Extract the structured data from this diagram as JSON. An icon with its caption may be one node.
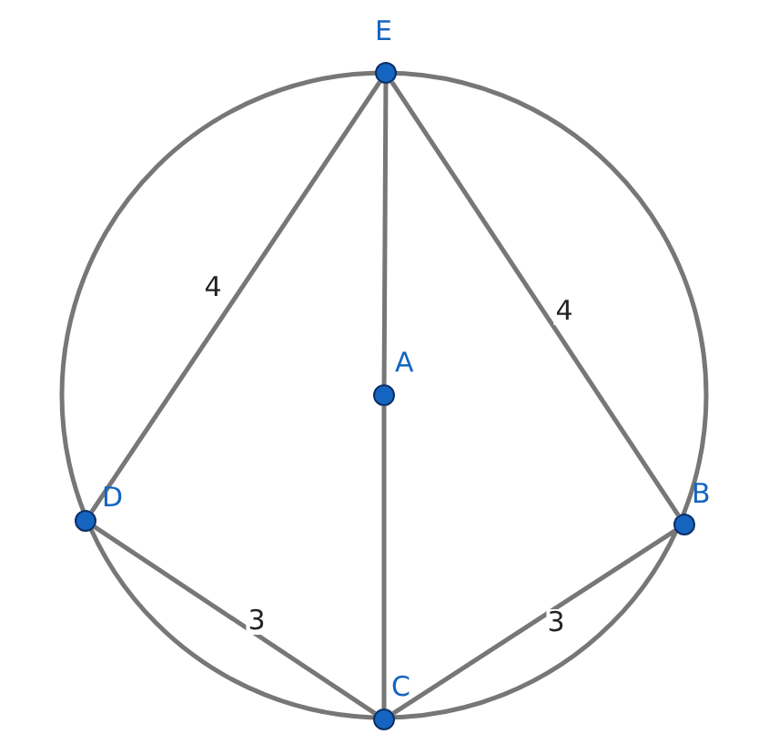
{
  "diagram": {
    "nodes": [
      {
        "text": [
          "E"
        ]
      },
      {
        "text": [
          "A"
        ]
      },
      {
        "text": [
          "D"
        ]
      },
      {
        "text": [
          "B"
        ]
      },
      {
        "text": [
          "C"
        ]
      }
    ],
    "edges": [
      {
        "from": 0,
        "to": 2,
        "arrow": "none",
        "label": "4"
      },
      {
        "from": 0,
        "to": 3,
        "arrow": "none",
        "label": "4"
      },
      {
        "from": 0,
        "to": 1,
        "arrow": "none"
      },
      {
        "from": 1,
        "to": 4,
        "arrow": "none"
      },
      {
        "from": 2,
        "to": 4,
        "arrow": "none",
        "label": "3"
      },
      {
        "from": 4,
        "to": 3,
        "arrow": "none",
        "label": "3"
      }
    ]
  }
}
